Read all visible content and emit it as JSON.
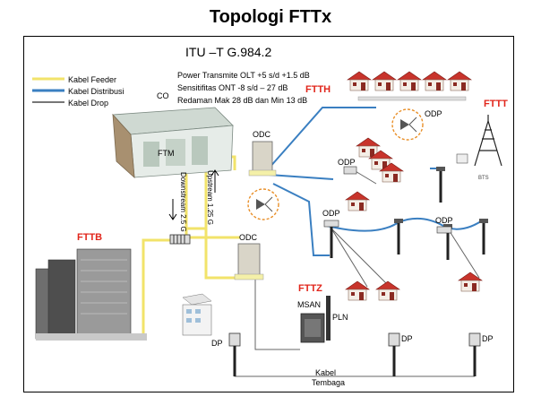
{
  "title": "Topologi FTTx",
  "standard": "ITU –T G.984.2",
  "specs": {
    "power": "Power Transmite OLT +5 s/d +1.5 dB",
    "sensitivity": "Sensitifitas ONT -8 s/d – 27 dB",
    "loss": "Redaman Mak 28 dB dan Min 13 dB"
  },
  "legend": {
    "feeder": "Kabel Feeder",
    "distribution": "Kabel  Distribusi",
    "drop": "Kabel Drop"
  },
  "colors": {
    "feeder": "#f2e36a",
    "distribution": "#3a7fc1",
    "drop": "#777777",
    "accent": "#e1251b",
    "dashed_circle": "#e9902a"
  },
  "labels": {
    "co": "CO",
    "ftm": "FTM",
    "odc_top": "ODC",
    "odc_bottom": "ODC",
    "upstream": "Upstream 1.25 G",
    "downstream": "Downstream 2.5 G",
    "fttb": "FTTB",
    "ftth": "FTTH",
    "fttt": "FTTT",
    "fttz": "FTTZ",
    "odp_house": "ODP",
    "odp_right": "ODP",
    "odp_pole_left": "ODP",
    "odp_pole_right": "ODP",
    "msan": "MSAN",
    "pln": "PLN",
    "bts": "BTS",
    "dp_left": "DP",
    "dp_mid": "DP",
    "dp_right": "DP",
    "cable_line1": "Kabel",
    "cable_line2": "Tembaga"
  }
}
